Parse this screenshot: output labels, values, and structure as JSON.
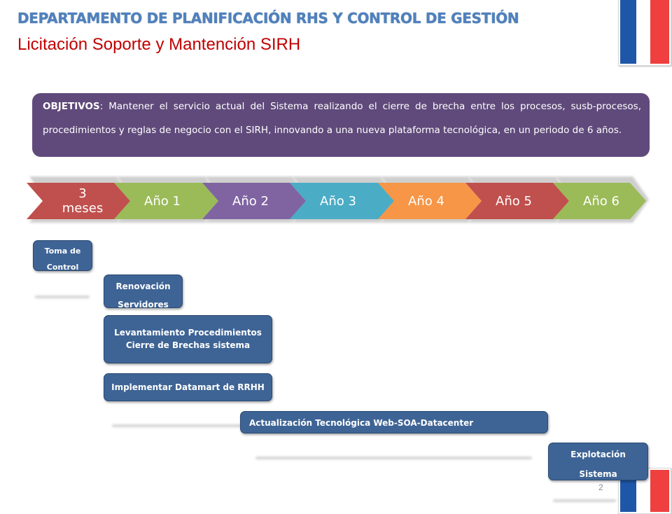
{
  "header": {
    "department": "DEPARTAMENTO DE PLANIFICACIÓN RHS Y CONTROL DE GESTIÓN",
    "subtitle": "Licitación Soporte y Mantención SIRH"
  },
  "objectives": {
    "label": "OBJETIVOS",
    "text": ": Mantener el servicio actual del Sistema realizando el cierre de brecha entre los procesos, susb-procesos, procedimientos y reglas de negocio con el SIRH, innovando a una nueva plataforma tecnológica, en un periodo de 6 años."
  },
  "timeline": [
    {
      "line1": "3",
      "line2": "meses",
      "color": "#c0504d"
    },
    {
      "line1": "Año 1",
      "line2": "",
      "color": "#9bbb59"
    },
    {
      "line1": "Año 2",
      "line2": "",
      "color": "#8064a2"
    },
    {
      "line1": "Año 3",
      "line2": "",
      "color": "#4bacc6"
    },
    {
      "line1": "Año 4",
      "line2": "",
      "color": "#f79646"
    },
    {
      "line1": "Año 5",
      "line2": "",
      "color": "#c0504d"
    },
    {
      "line1": "Año 6",
      "line2": "",
      "color": "#9bbb59"
    }
  ],
  "tasks": {
    "toma_control": {
      "line1": "Toma de",
      "line2": "Control"
    },
    "renovacion": {
      "line1": "Renovación",
      "line2": "Servidores"
    },
    "levantamiento": {
      "line1": "Levantamiento Procedimientos",
      "line2": "Cierre de Brechas sistema"
    },
    "datamart": "Implementar Datamart de RRHH",
    "actualizacion": "Actualización Tecnológica Web-SOA-Datacenter",
    "explotacion": {
      "line1": "Explotación",
      "line2": "Sistema"
    }
  },
  "page_number": "2"
}
